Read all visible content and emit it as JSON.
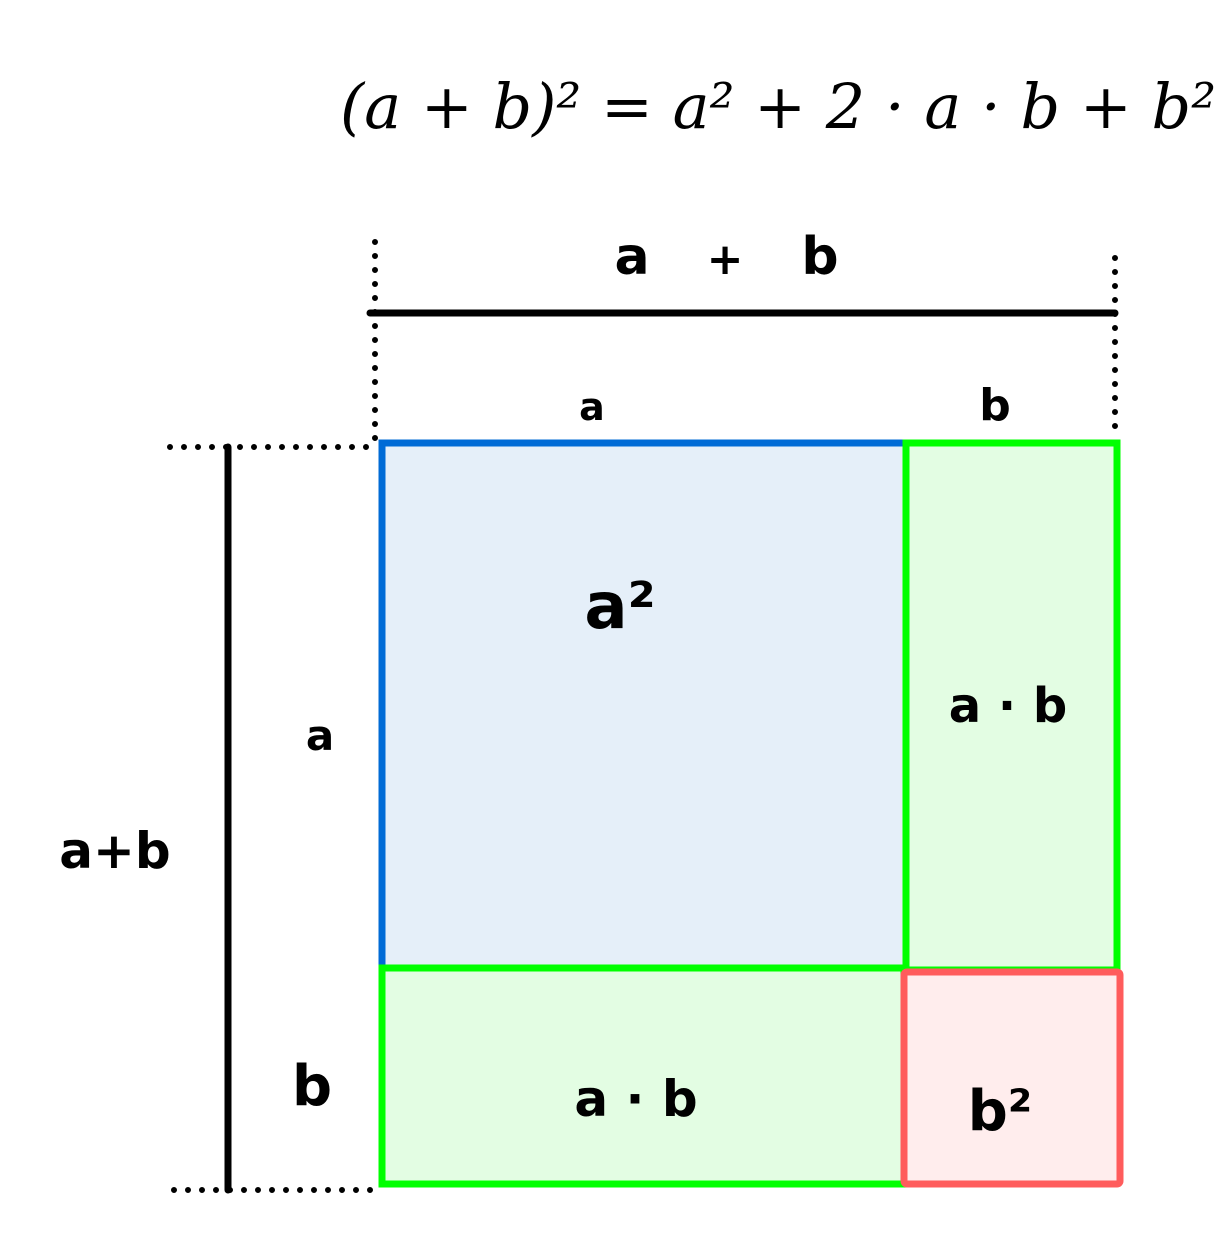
{
  "formula": "(a + b)² = a² + 2 · a · b + b²",
  "top_labels": {
    "a": "a",
    "plus": "+",
    "b": "b"
  },
  "segment_labels": {
    "top_a": "a",
    "top_b": "b",
    "left_a": "a",
    "left_b": "b",
    "left_total": "a+b"
  },
  "regions": {
    "a_squared": {
      "label": "a²",
      "stroke": "#006bd6",
      "fill": "#e5eff9"
    },
    "ab_right": {
      "label": "a · b",
      "stroke": "#00ff00",
      "fill": "#e3fde3"
    },
    "ab_bottom": {
      "label": "a · b",
      "stroke": "#00ff00",
      "fill": "#e3fde3"
    },
    "b_squared": {
      "label": "b²",
      "stroke": "#ff5c5c",
      "fill": "#ffeded"
    }
  }
}
